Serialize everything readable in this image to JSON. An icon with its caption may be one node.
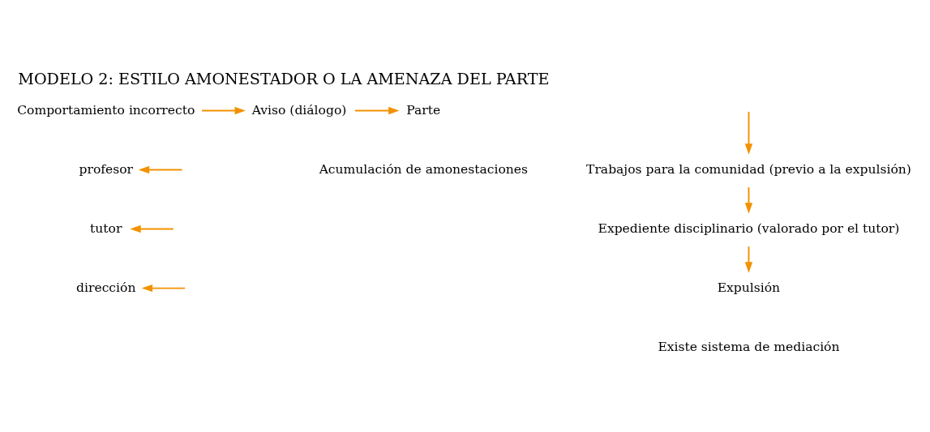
{
  "diagram": {
    "title": "MODELO 2: ESTILO AMONESTADOR O LA AMENAZA DEL PARTE",
    "nodes": [
      {
        "text": [
          "Comportamiento incorrecto"
        ]
      },
      {
        "text": [
          "Aviso (diálogo)"
        ]
      },
      {
        "text": [
          "Parte"
        ]
      },
      {
        "text": [
          "profesor"
        ]
      },
      {
        "text": [
          "tutor"
        ]
      },
      {
        "text": [
          "dirección"
        ]
      },
      {
        "text": [
          "Acumulación de amonestaciones"
        ]
      },
      {
        "text": [
          "Trabajos para la comunidad (previo a la expulsión)"
        ]
      },
      {
        "text": [
          "Expediente disciplinario (valorado por el tutor)"
        ]
      },
      {
        "text": [
          "Expulsión"
        ]
      }
    ],
    "edges": [
      {
        "from": 0,
        "to": 1,
        "arrow": "to"
      },
      {
        "from": 1,
        "to": 2,
        "arrow": "to"
      },
      {
        "from": null,
        "to": 3,
        "arrow": "to"
      },
      {
        "from": null,
        "to": 4,
        "arrow": "to"
      },
      {
        "from": null,
        "to": 5,
        "arrow": "to"
      },
      {
        "from": null,
        "to": 7,
        "arrow": "to"
      },
      {
        "from": 7,
        "to": 8,
        "arrow": "to"
      },
      {
        "from": 8,
        "to": 9,
        "arrow": "to"
      }
    ],
    "labels": [
      "Existe sistema de mediación"
    ]
  }
}
